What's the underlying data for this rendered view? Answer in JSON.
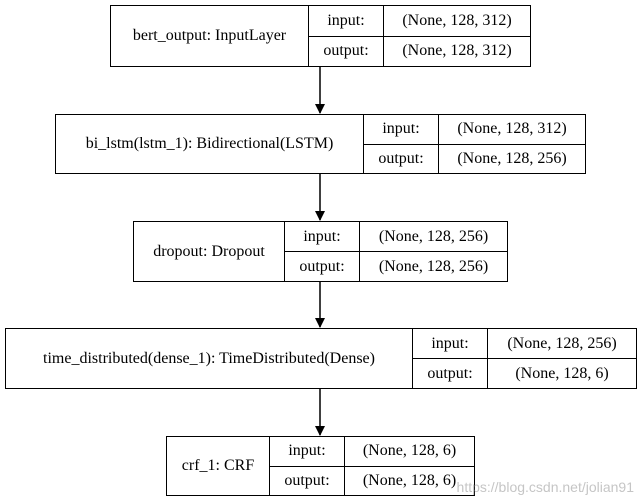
{
  "layers": [
    {
      "name": "bert_output: InputLayer",
      "input_label": "input:",
      "input_shape": "(None, 128, 312)",
      "output_label": "output:",
      "output_shape": "(None, 128, 312)"
    },
    {
      "name": "bi_lstm(lstm_1): Bidirectional(LSTM)",
      "input_label": "input:",
      "input_shape": "(None, 128, 312)",
      "output_label": "output:",
      "output_shape": "(None, 128, 256)"
    },
    {
      "name": "dropout: Dropout",
      "input_label": "input:",
      "input_shape": "(None, 128, 256)",
      "output_label": "output:",
      "output_shape": "(None, 128, 256)"
    },
    {
      "name": "time_distributed(dense_1): TimeDistributed(Dense)",
      "input_label": "input:",
      "input_shape": "(None, 128, 256)",
      "output_label": "output:",
      "output_shape": "(None, 128, 6)"
    },
    {
      "name": "crf_1: CRF",
      "input_label": "input:",
      "input_shape": "(None, 128, 6)",
      "output_label": "output:",
      "output_shape": "(None, 128, 6)"
    }
  ],
  "watermark": "https://blog.csdn.net/jolian91"
}
